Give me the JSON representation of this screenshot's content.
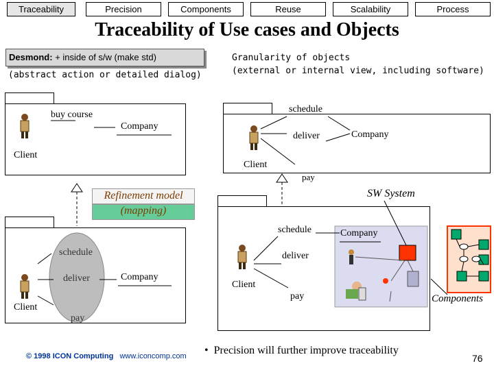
{
  "tabs": [
    "Traceability",
    "Precision",
    "Components",
    "Reuse",
    "Scalability",
    "Process"
  ],
  "title": "Traceability of Use cases and Objects",
  "desmond": {
    "name": "Desmond:",
    "text": "+ inside of s/w (make std)"
  },
  "subtitle_left": "(abstract action or detailed dialog)",
  "granularity": {
    "line1": "Granularity of objects",
    "line2": "(external or internal view, including software)"
  },
  "top_left": {
    "usecase": "buy course",
    "object": "Company",
    "actor": "Client"
  },
  "top_right": {
    "usecase1": "schedule",
    "usecase2": "deliver",
    "usecase3": "pay",
    "object": "Company",
    "actor": "Client"
  },
  "refinement": {
    "line1": "Refinement model",
    "line2": "(mapping)"
  },
  "sw_system": "SW System",
  "bottom_left": {
    "uc1": "schedule",
    "uc2": "deliver",
    "uc3": "pay",
    "object": "Company",
    "actor": "Client"
  },
  "bottom_right": {
    "uc1": "schedule",
    "uc2": "deliver",
    "uc3": "pay",
    "object": "Company",
    "actor": "Client"
  },
  "components_label": "Components",
  "bullet_text": "Precision will further improve traceability",
  "footer": {
    "copyright": "© 1998 ICON Computing",
    "url": "www.iconcomp.com"
  },
  "page_number": "76",
  "colors": {
    "refine_green": "#66cc99",
    "component_green": "#00a86b",
    "component_red": "#ff3300",
    "panel_bg": "#dcdcf0"
  }
}
